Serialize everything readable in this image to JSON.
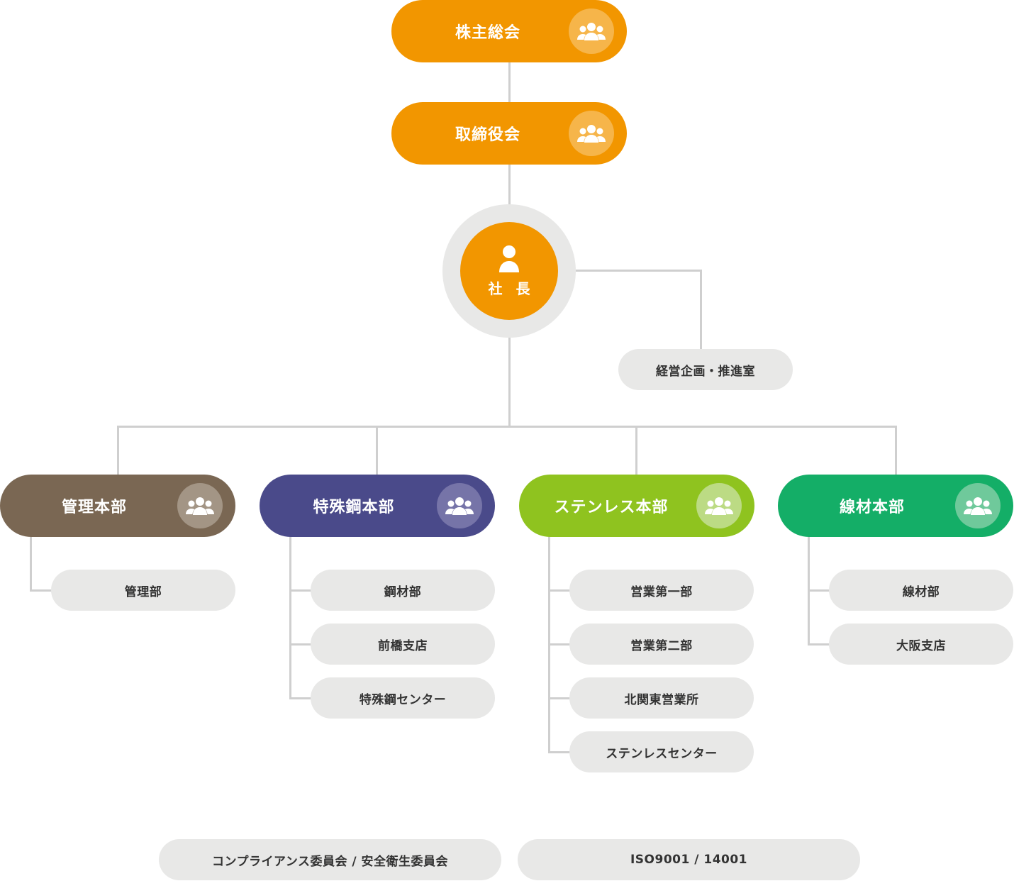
{
  "colors": {
    "orange": "#f29600",
    "admin": "#7a6753",
    "special_steel": "#4a4a8a",
    "stainless": "#8fc31f",
    "wire": "#14ae67",
    "line": "#cfcfcf",
    "grey_pill": "#e8e8e7"
  },
  "top": {
    "shareholders": "株主総会",
    "board": "取締役会"
  },
  "president": {
    "label": "社 長",
    "icon": "person-icon"
  },
  "staff_office": "経営企画・推進室",
  "divisions": [
    {
      "label": "管理本部",
      "icon": "group-icon",
      "units": [
        "管理部"
      ]
    },
    {
      "label": "特殊鋼本部",
      "icon": "group-icon",
      "units": [
        "鋼材部",
        "前橋支店",
        "特殊鋼センター"
      ]
    },
    {
      "label": "ステンレス本部",
      "icon": "group-icon",
      "units": [
        "営業第一部",
        "営業第二部",
        "北関東営業所",
        "ステンレスセンター"
      ]
    },
    {
      "label": "線材本部",
      "icon": "group-icon",
      "units": [
        "線材部",
        "大阪支店"
      ]
    }
  ],
  "footer": {
    "committees": "コンプライアンス委員会 / 安全衛生委員会",
    "iso": "ISO9001 / 14001"
  }
}
